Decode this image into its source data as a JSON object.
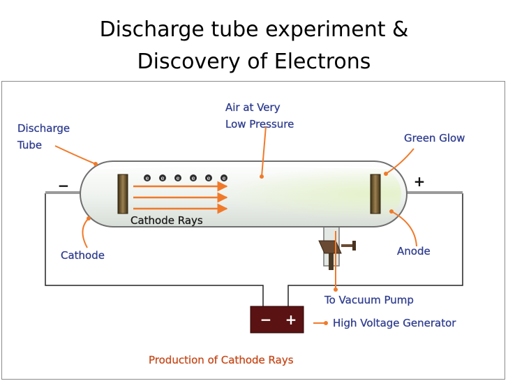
{
  "title": {
    "line1": "Discharge tube experiment &",
    "line2": "Discovery of Electrons"
  },
  "diagram": {
    "labels": {
      "discharge_tube_1": "Discharge",
      "discharge_tube_2": "Tube",
      "air_1": "Air at Very",
      "air_2": "Low Pressure",
      "green_glow": "Green Glow",
      "cathode_rays": "Cathode Rays",
      "cathode": "Cathode",
      "anode": "Anode",
      "vacuum_pump": "To Vacuum Pump",
      "generator": "High Voltage Generator",
      "caption": "Production of Cathode Rays"
    },
    "signs": {
      "cathode_terminal": "−",
      "anode_terminal": "+",
      "battery_minus": "−",
      "battery_plus": "+"
    },
    "electron_symbol": "e",
    "colors": {
      "leader": "#f07a2a",
      "label_blue": "#2f3d8f",
      "caption_red": "#c74a1b",
      "battery": "#5a1212",
      "electrode": "#8c7042"
    }
  }
}
